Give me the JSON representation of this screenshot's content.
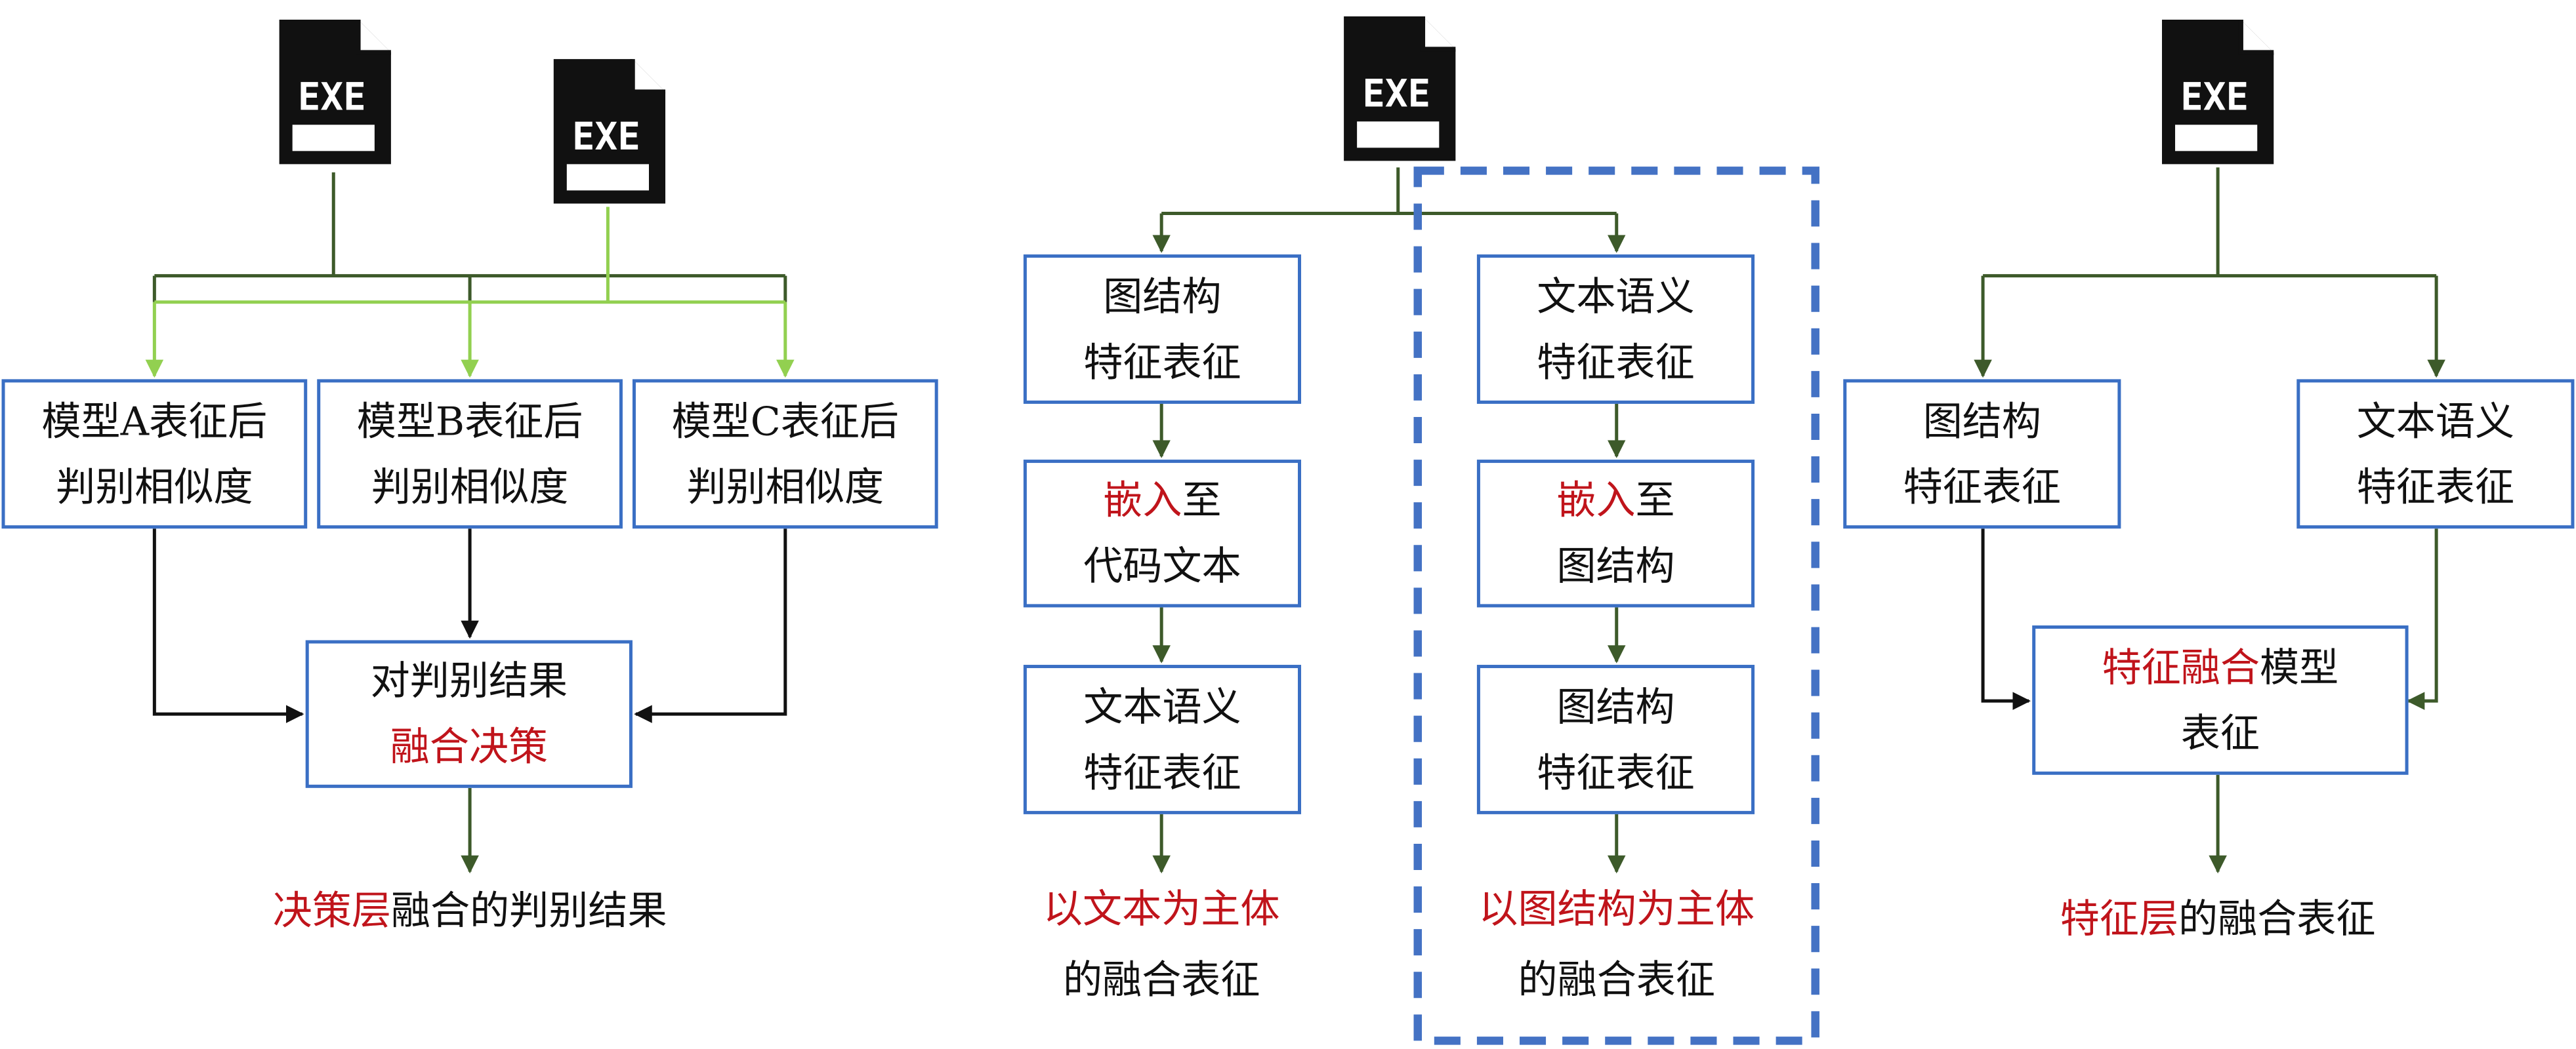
{
  "colors": {
    "box_border": "#3a6fc4",
    "arrow_dark": "#3d5a2a",
    "arrow_light": "#92d050",
    "arrow_black": "#111111",
    "emphasis_red": "#c0141b",
    "dashed_group": "#4472c4"
  },
  "icons": {
    "file_icon": "exe-file-icon",
    "file_label": "EXE"
  },
  "left": {
    "model_a": {
      "l1": "模型A表征后",
      "l2": "判别相似度"
    },
    "model_b": {
      "l1": "模型B表征后",
      "l2": "判别相似度"
    },
    "model_c": {
      "l1": "模型C表征后",
      "l2": "判别相似度"
    },
    "fusion": {
      "l1": "对判别结果",
      "l2": "融合决策"
    },
    "caption": {
      "red": "决策层",
      "rest": "融合的判别结果"
    }
  },
  "middle": {
    "graph_feat": {
      "l1": "图结构",
      "l2": "特征表征"
    },
    "embed_text": {
      "red": "嵌入",
      "l1_rest": "至",
      "l2": "代码文本"
    },
    "text_feat_a": {
      "l1": "文本语义",
      "l2": "特征表征"
    },
    "caption_a": {
      "red": "以文本为主体",
      "l2": "的融合表征"
    },
    "text_feat_b": {
      "l1": "文本语义",
      "l2": "特征表征"
    },
    "embed_graph": {
      "red": "嵌入",
      "l1_rest": "至",
      "l2": "图结构"
    },
    "graph_feat_b": {
      "l1": "图结构",
      "l2": "特征表征"
    },
    "caption_b": {
      "red": "以图结构为主体",
      "l2": "的融合表征"
    }
  },
  "right": {
    "graph_feat": {
      "l1": "图结构",
      "l2": "特征表征"
    },
    "text_feat": {
      "l1": "文本语义",
      "l2": "特征表征"
    },
    "fusion": {
      "red": "特征融合",
      "l1_rest": "模型",
      "l2": "表征"
    },
    "caption": {
      "red": "特征层",
      "rest": "的融合表征"
    }
  }
}
